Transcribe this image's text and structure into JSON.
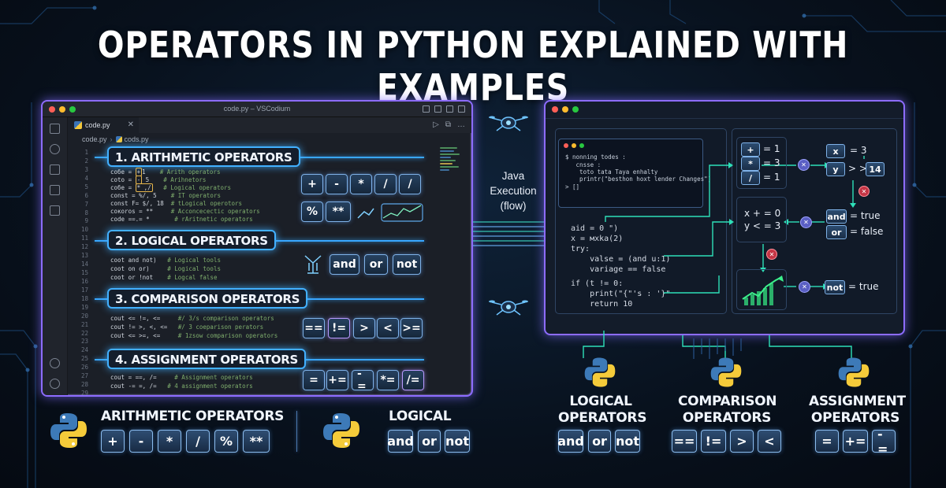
{
  "title": "OPERATORS IN PYTHON EXPLAINED WITH EXAMPLES",
  "editor": {
    "window_title": "code.py – VSCodium",
    "tab": "code.py",
    "breadcrumb": [
      "code.py",
      "cods.py"
    ],
    "line_numbers": [
      "1",
      "2",
      "3",
      "4",
      "5",
      "6",
      "7",
      "8",
      "9",
      "10",
      "11",
      "12",
      "13",
      "14",
      "15",
      "16",
      "17",
      "18",
      "19",
      "20",
      "21",
      "22",
      "23",
      "24",
      "25",
      "26",
      "27",
      "28",
      "29"
    ],
    "sections": [
      {
        "title": "1. ARITHMETIC OPERATORS",
        "code": [
          [
            "coбe =",
            "+",
            "1",
            "# Arith operators"
          ],
          [
            "coto =",
            "-",
            "5",
            "# Arihnetors"
          ],
          [
            "coбe =",
            "* ,/",
            "",
            "# Logical operators"
          ],
          [
            "const = %/, 5",
            "",
            "",
            "# IT operators"
          ],
          [
            "const F= $/, 18",
            "",
            "",
            "# tLogical operotors"
          ],
          [
            "coкoros = **",
            "",
            "",
            "# Acconcecectic operators"
          ],
          [
            "code ==.= *",
            "",
            "",
            "# rAritnetic operators"
          ]
        ],
        "ops": [
          "+",
          "-",
          "*",
          "/",
          "/",
          "%",
          "**"
        ]
      },
      {
        "title": "2. LOGICAL OPERATORS",
        "code": [
          [
            "coot and not)",
            "",
            "",
            "# Logical tools"
          ],
          [
            "coot on or)",
            "",
            "",
            "# Logical tools"
          ],
          [
            "coot or !not",
            "",
            "",
            "# Logcal false"
          ]
        ],
        "ops": [
          "and",
          "or",
          "not"
        ]
      },
      {
        "title": "3. COMPARISON OPERATORS",
        "code": [
          [
            "cout <= !=, <=",
            "",
            "",
            "#/ 3/s comparison operators"
          ],
          [
            "cout != >, <, <=",
            "",
            "",
            "#/ 3 coeparison perators"
          ],
          [
            "cout <= >=, <=",
            "",
            "",
            "# 1zsow comparison operators"
          ]
        ],
        "ops": [
          "==",
          "!=",
          ">",
          "<",
          ">="
        ]
      },
      {
        "title": "4. ASSIGNMENT OPERATORS",
        "code": [
          [
            "cout = ==, /=",
            "",
            "",
            "# Assignment operators"
          ],
          [
            "cout -= =, /=",
            "",
            "",
            "# 4 assignment operators"
          ]
        ],
        "ops": [
          "=",
          "+=",
          "-=",
          "*=",
          "/="
        ]
      }
    ]
  },
  "flow": {
    "lines": [
      "Java",
      "Execution",
      "(flow)"
    ]
  },
  "right_window": {
    "terminal": [
      "$ nonning todes :",
      "   cnsse :",
      "    toto tata Taya enhalty",
      "    printr(\"besthon hoxt lender Changes\")",
      "> []"
    ],
    "code": [
      "aid = 0 \")",
      "x = мxka(2)",
      "try:",
      "    valse = (and u:1)",
      "    variage == false",
      "",
      "if (t != 0:",
      "    print(\"{\"'s : '}\"",
      "    return 10"
    ],
    "arith": [
      {
        "op": "+",
        "val": "= 1"
      },
      {
        "op": "*",
        "val": "= 3"
      },
      {
        "op": "/",
        "val": "= 1"
      }
    ],
    "x_node": {
      "x": "x",
      "eq": "= 3",
      "y": "y",
      "cmp": "> >",
      "result": "14"
    },
    "mid_expr": [
      "x + = 0",
      "y < = 3"
    ],
    "logic": [
      {
        "op": "and",
        "val": "= true"
      },
      {
        "op": "or",
        "val": "= false"
      }
    ],
    "not_row": {
      "op": "not",
      "val": "= true"
    }
  },
  "bottom": {
    "arith_label": "ARITHMETIC OPERATORS",
    "arith_ops": [
      "+",
      "-",
      "*",
      "/",
      "%",
      "**"
    ],
    "logical_label": "LOGICAL",
    "logical_ops": [
      "and",
      "or",
      "not"
    ],
    "groups": [
      {
        "label": [
          "LOGICAL",
          "OPERATORS"
        ],
        "ops": [
          "and",
          "or",
          "not"
        ]
      },
      {
        "label": [
          "COMPARISON",
          "OPERATORS"
        ],
        "ops": [
          "==",
          "!=",
          ">",
          "<"
        ]
      },
      {
        "label": [
          "ASSIGNMENT",
          "OPERATORS"
        ],
        "ops": [
          "=",
          "+=",
          "-="
        ]
      }
    ]
  }
}
